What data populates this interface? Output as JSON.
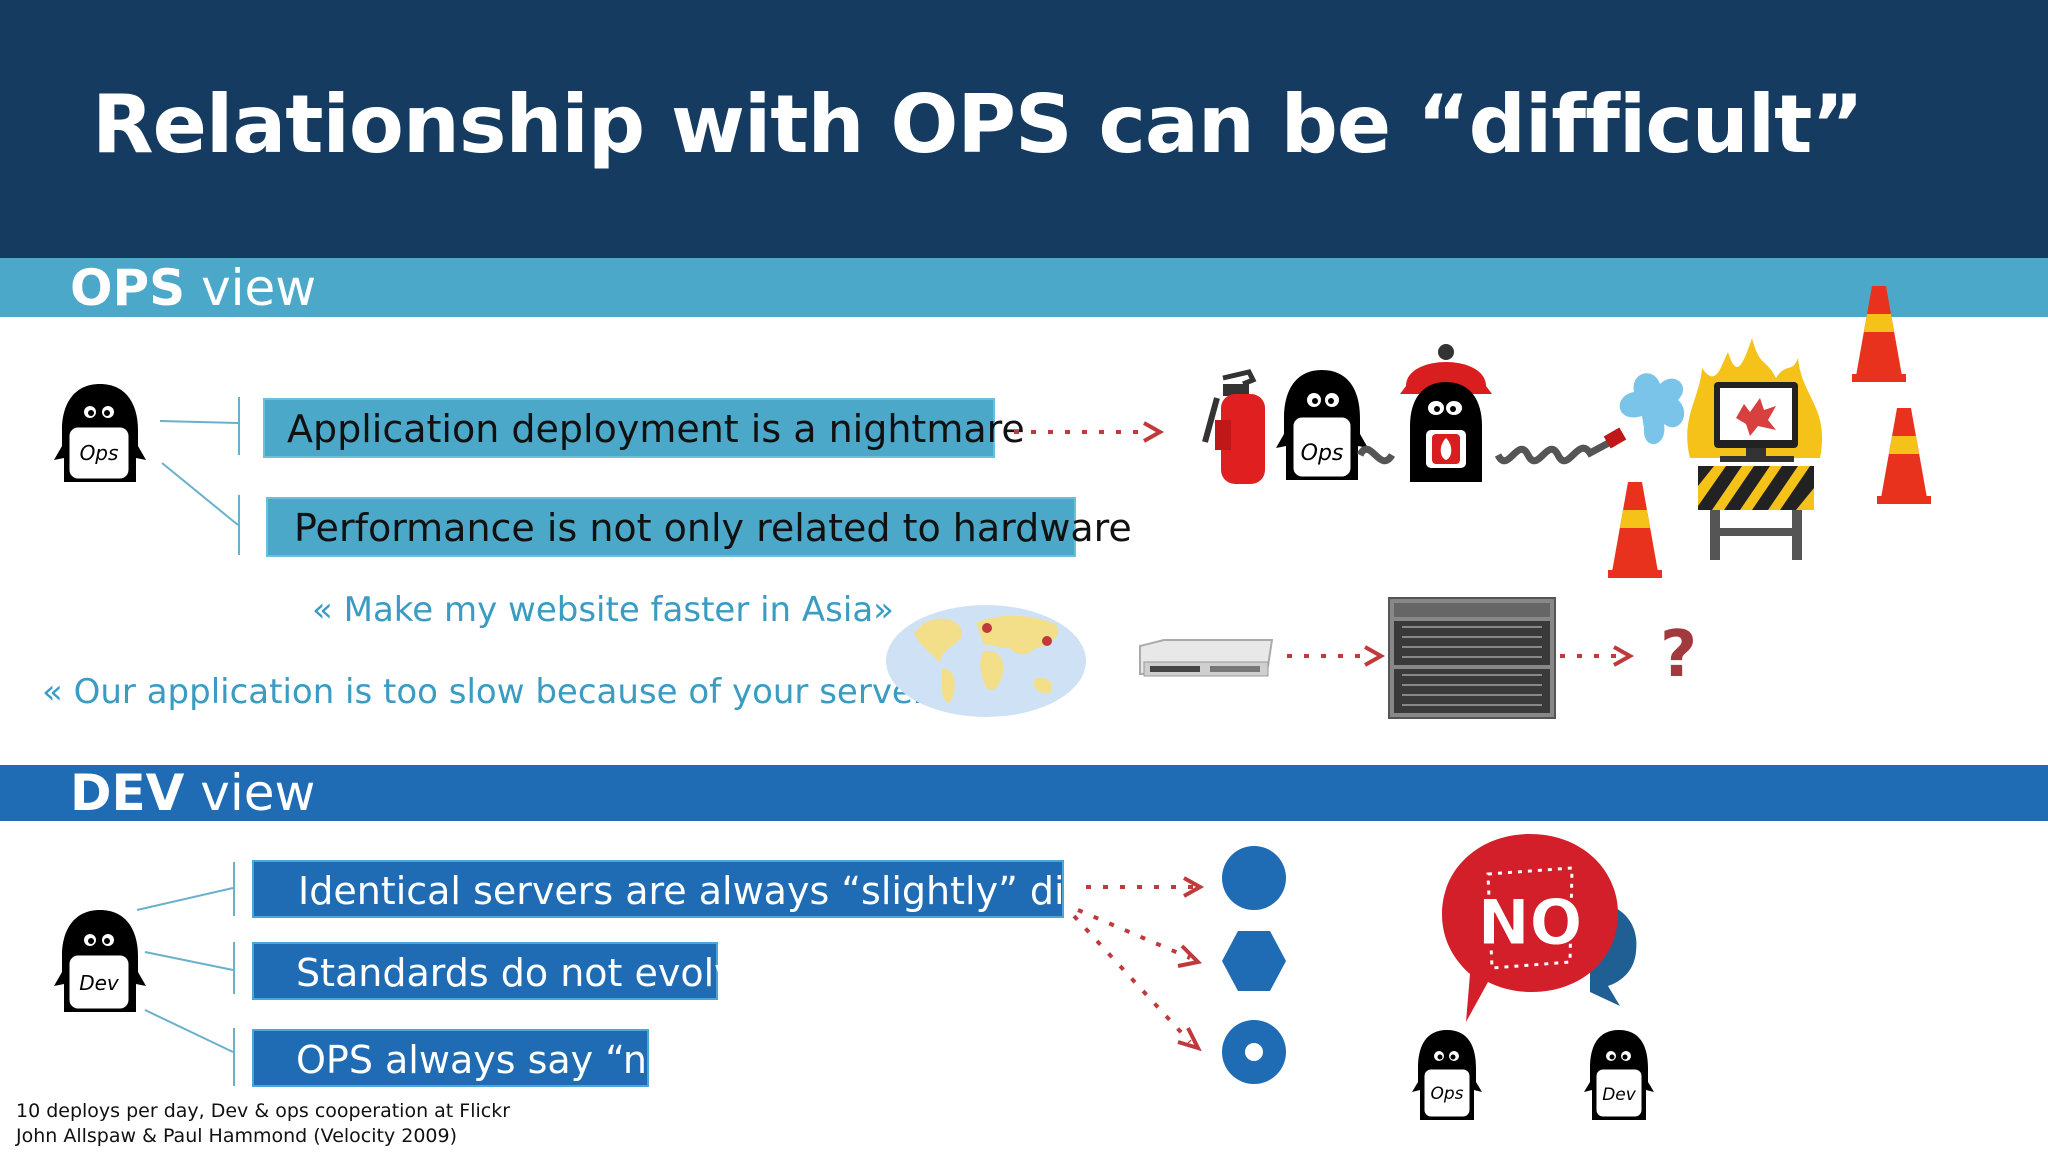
{
  "title": "Relationship with OPS can be “difficult”",
  "ops_view": {
    "heading_bold": "OPS",
    "heading_rest": " view",
    "persona_label": "Ops",
    "points": [
      "Application deployment is a nightmare",
      "Performance is not only related to hardware"
    ],
    "quotes": [
      "« Make my website faster in Asia»",
      "« Our application is too slow because of your servers»"
    ],
    "question_mark": "?",
    "firefighter_label": "Ops"
  },
  "dev_view": {
    "heading_bold": "DEV",
    "heading_rest": " view",
    "persona_label": "Dev",
    "points": [
      "Identical servers are always “slightly” different",
      "Standards do not evolve",
      "OPS always say “no”"
    ],
    "no_bubble_text": "NO",
    "penguin_labels": [
      "Ops",
      "Dev"
    ]
  },
  "credits": [
    "10 deploys per day, Dev & ops cooperation at Flickr",
    "John Allspaw & Paul Hammond (Velocity 2009)"
  ],
  "colors": {
    "title_bg": "#163b60",
    "ops_band": "#4ba8c8",
    "dev_band": "#1f6cb4",
    "arrow": "#c0393b"
  }
}
